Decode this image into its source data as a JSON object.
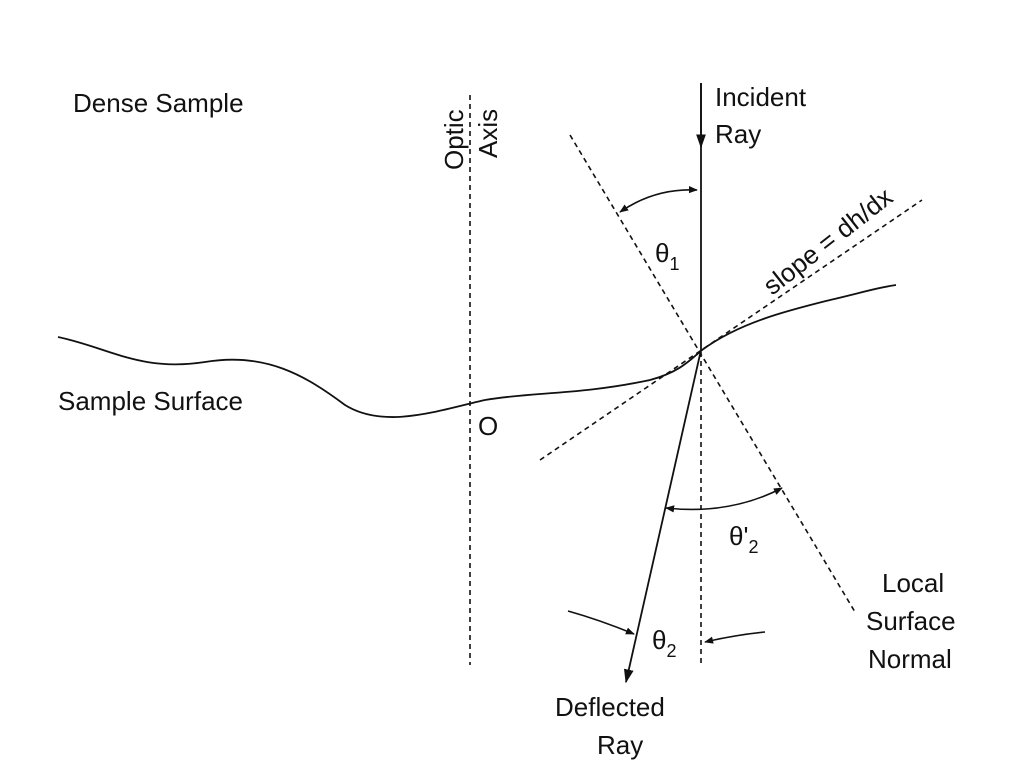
{
  "diagram": {
    "region_label": "Dense Sample",
    "optic_axis": {
      "line1": "Optic",
      "line2": "Axis"
    },
    "incident_ray": {
      "line1": "Incident",
      "line2": "Ray"
    },
    "slope_label": "slope = dh/dx",
    "surface_label": "Sample Surface",
    "origin_label": "O",
    "angle_theta1": {
      "symbol": "θ",
      "subscript": "1"
    },
    "angle_theta2_prime": {
      "symbol": "θ'",
      "subscript": "2"
    },
    "angle_theta2": {
      "symbol": "θ",
      "subscript": "2"
    },
    "normal_label": {
      "line1": "Local",
      "line2": "Surface",
      "line3": "Normal"
    },
    "deflected_ray": {
      "line1": "Deflected",
      "line2": "Ray"
    },
    "colors": {
      "ink": "#111111",
      "background": "#ffffff"
    }
  }
}
